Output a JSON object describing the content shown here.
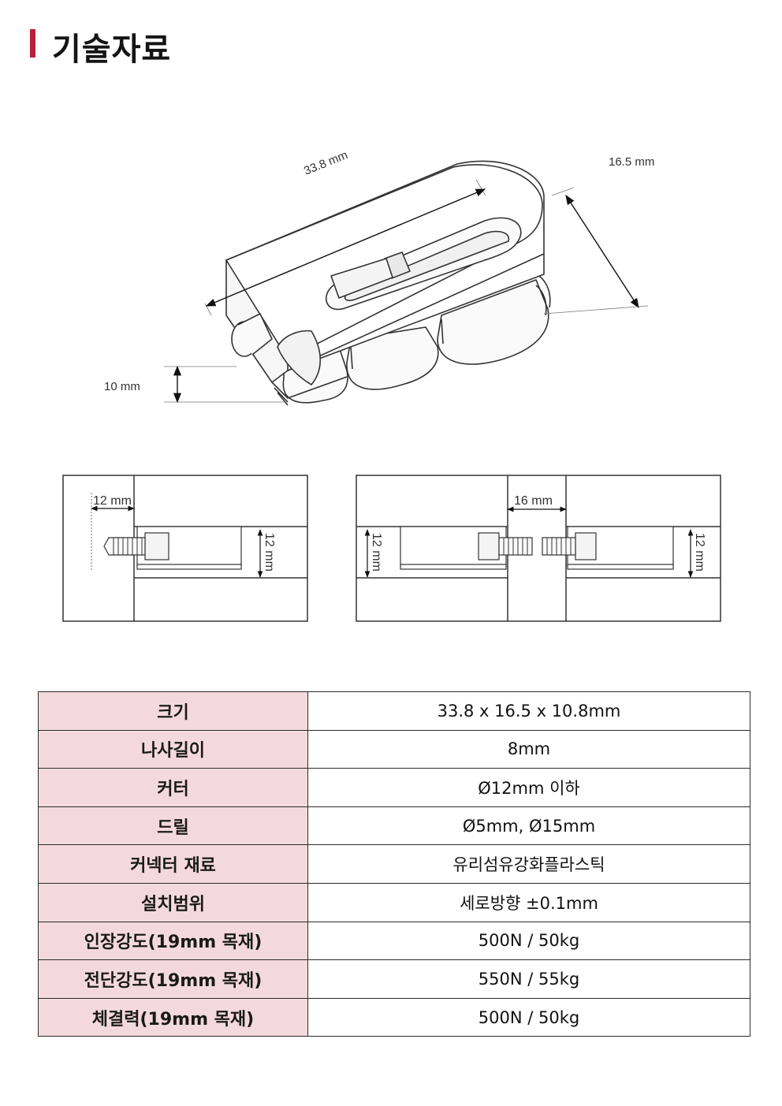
{
  "header": {
    "title": "기술자료"
  },
  "drawing": {
    "iso": {
      "length": "33.8 mm",
      "width": "16.5 mm",
      "height": "10 mm"
    },
    "left": {
      "offset": "12 mm",
      "depth": "12 mm"
    },
    "right": {
      "gap": "16 mm",
      "depth_left": "12 mm",
      "depth_right": "12 mm"
    }
  },
  "spec": {
    "rows": [
      {
        "label": "크기",
        "value": "33.8  x  16.5  x  10.8mm"
      },
      {
        "label": "나사길이",
        "value": "8mm"
      },
      {
        "label": "커터",
        "value": "Ø12mm  이하"
      },
      {
        "label": "드릴",
        "value": "Ø5mm,  Ø15mm"
      },
      {
        "label": "커넥터  재료",
        "value": "유리섬유강화플라스틱"
      },
      {
        "label": "설치범위",
        "value": "세로방향  ±0.1mm"
      },
      {
        "label": "인장강도(19mm  목재)",
        "value": "500N  /  50kg"
      },
      {
        "label": "전단강도(19mm  목재)",
        "value": "550N  /  55kg"
      },
      {
        "label": "체결력(19mm  목재)",
        "value": "500N  /  50kg"
      }
    ]
  }
}
